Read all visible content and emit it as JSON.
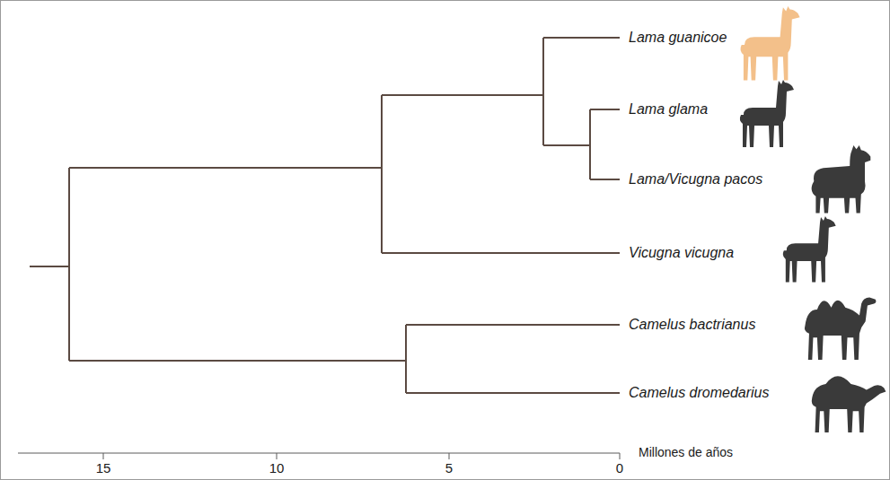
{
  "diagram": {
    "labels": [
      "Lama guanicoe",
      "Lama glama",
      "Lama/Vicugna pacos",
      "Vicugna vicugna",
      "Camelus bactrianus",
      "Camelus dromedarius",
      "15",
      "10",
      "5",
      "0",
      "Millones de años"
    ]
  }
}
